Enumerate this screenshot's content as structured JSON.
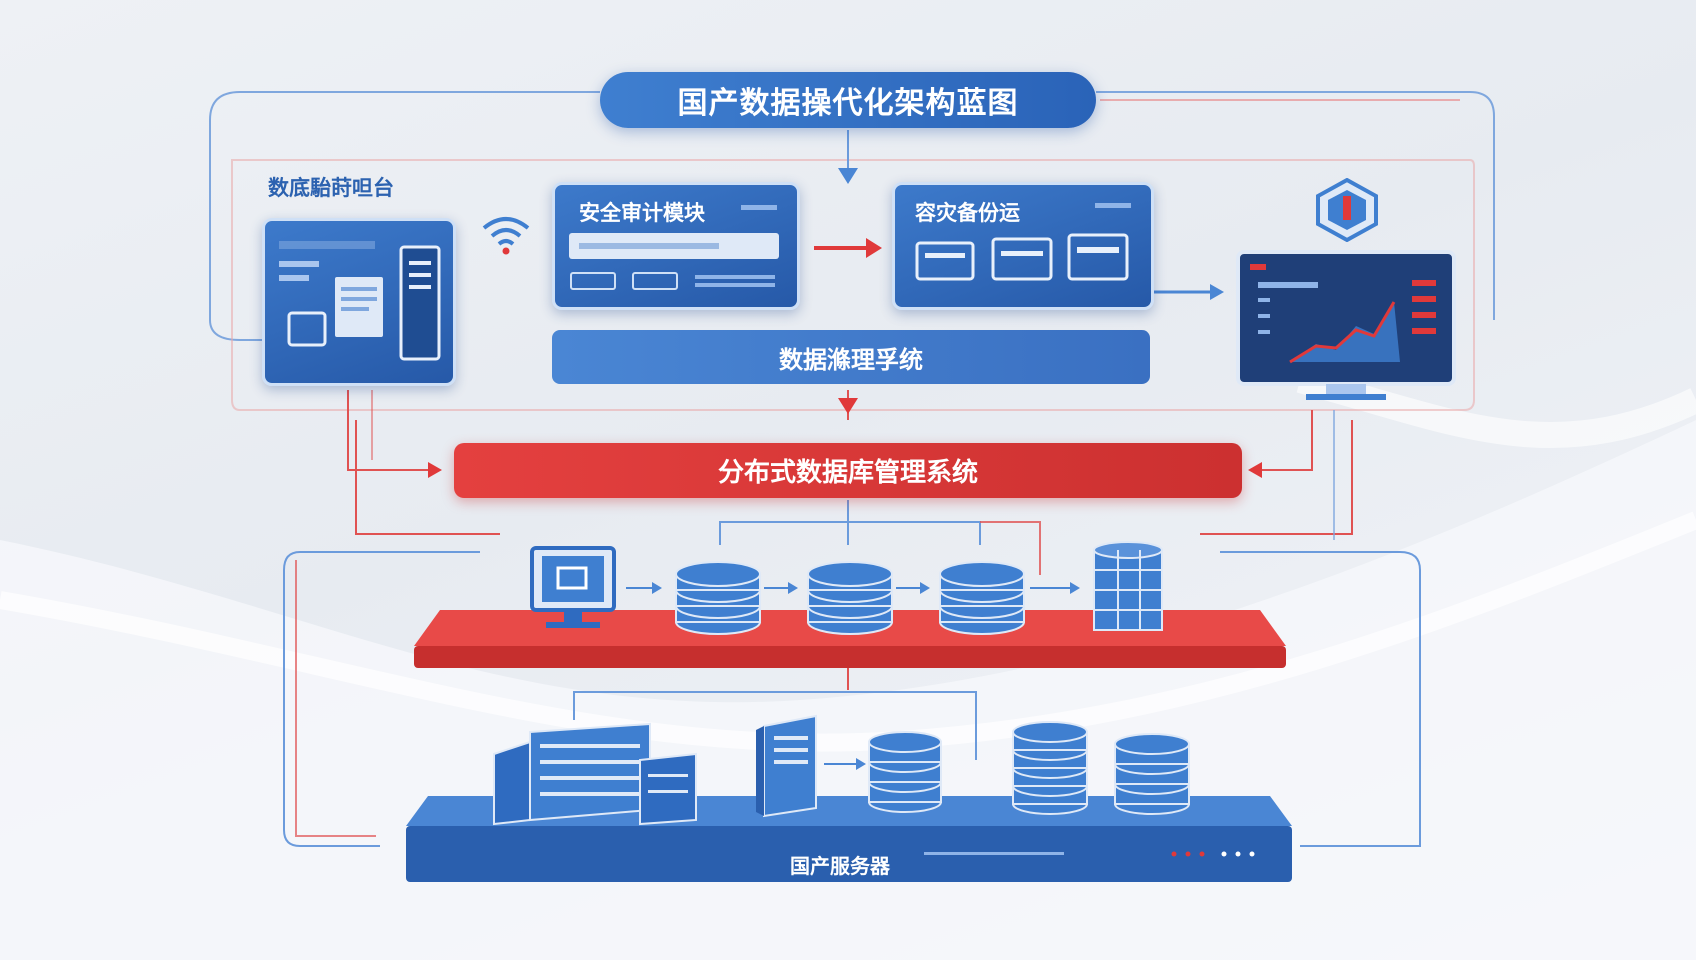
{
  "diagram": {
    "title": "国产数据操代化架构蓝图",
    "platform_label": "数底駘莳呾台",
    "security_module": "安全审计模块",
    "disaster_recovery": "容灾备份运",
    "sync_system": "数据滌理孚统",
    "distributed_db": "分布式数据库管理系统",
    "domestic_servers": "国产服务器"
  },
  "colors": {
    "blue": "#2f6bc0",
    "red": "#e0393a",
    "line_blue": "#6b9bdc",
    "line_red": "#e05252"
  },
  "icons": [
    "wifi-icon",
    "shield-icon",
    "monitor-icon",
    "database-icon",
    "server-rack-icon",
    "chart-icon",
    "arrow-icon"
  ]
}
